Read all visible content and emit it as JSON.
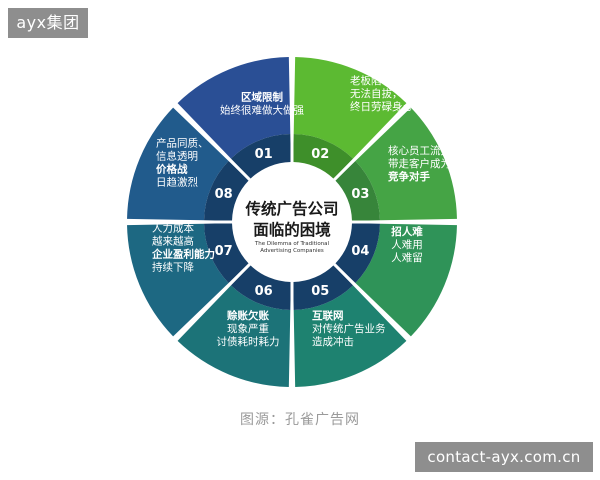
{
  "brand_tag": "ayx集团",
  "contact_tag": "contact-ayx.com.cn",
  "source_caption": "图源：孔雀广告网",
  "center": {
    "title_line1": "传统广告公司",
    "title_line2": "面临的困境",
    "subtitle_line1": "The Dilemma of Traditional",
    "subtitle_line2": "Advertising Companies"
  },
  "segments": [
    {
      "number": "01",
      "color": "#2a4f95",
      "lines": [
        {
          "text": "区域限制",
          "bold": true
        },
        {
          "text": "始终很难做大做强",
          "bold": false
        }
      ]
    },
    {
      "number": "02",
      "color": "#5cba32",
      "lines": [
        {
          "text": "老板陷于具体事务",
          "bold": false
        },
        {
          "text": "无法自拔，",
          "bold": false
        },
        {
          "text": "终日劳碌身心俱疲",
          "bold": false
        }
      ]
    },
    {
      "number": "03",
      "color": "#45a445",
      "lines": [
        {
          "text": "核心员工流失",
          "bold": false
        },
        {
          "text": "带走客户成为",
          "bold": false
        },
        {
          "text": "竞争对手",
          "bold": true
        }
      ]
    },
    {
      "number": "04",
      "color": "#2f9358",
      "lines": [
        {
          "text": "招人难",
          "bold": true
        },
        {
          "text": "人难用",
          "bold": false
        },
        {
          "text": "人难留",
          "bold": false
        }
      ]
    },
    {
      "number": "05",
      "color": "#1e8270",
      "lines": [
        {
          "text": "互联网",
          "bold": true
        },
        {
          "text": "对传统广告业务",
          "bold": false
        },
        {
          "text": "造成冲击",
          "bold": false
        }
      ]
    },
    {
      "number": "06",
      "color": "#1c7378",
      "lines": [
        {
          "text": "赊账欠账",
          "bold": true
        },
        {
          "text": "现象严重",
          "bold": false
        },
        {
          "text": "讨债耗时耗力",
          "bold": false
        }
      ]
    },
    {
      "number": "07",
      "color": "#1d6882",
      "lines": [
        {
          "text": "人力成本",
          "bold": false
        },
        {
          "text": "越来越高",
          "bold": false
        },
        {
          "text": "企业盈利能力",
          "bold": true
        },
        {
          "text": "持续下降",
          "bold": false
        }
      ]
    },
    {
      "number": "08",
      "color": "#215b8c",
      "lines": [
        {
          "text": "产品同质、",
          "bold": false
        },
        {
          "text": "信息透明",
          "bold": false
        },
        {
          "text": "价格战",
          "bold": true
        },
        {
          "text": "日趋激烈",
          "bold": false
        }
      ]
    }
  ],
  "colors": {
    "dark_ring": "#173f68",
    "center_bg": "#ffffff",
    "tag_bg": "#8e8e8e",
    "caption": "#9a9a9a"
  }
}
